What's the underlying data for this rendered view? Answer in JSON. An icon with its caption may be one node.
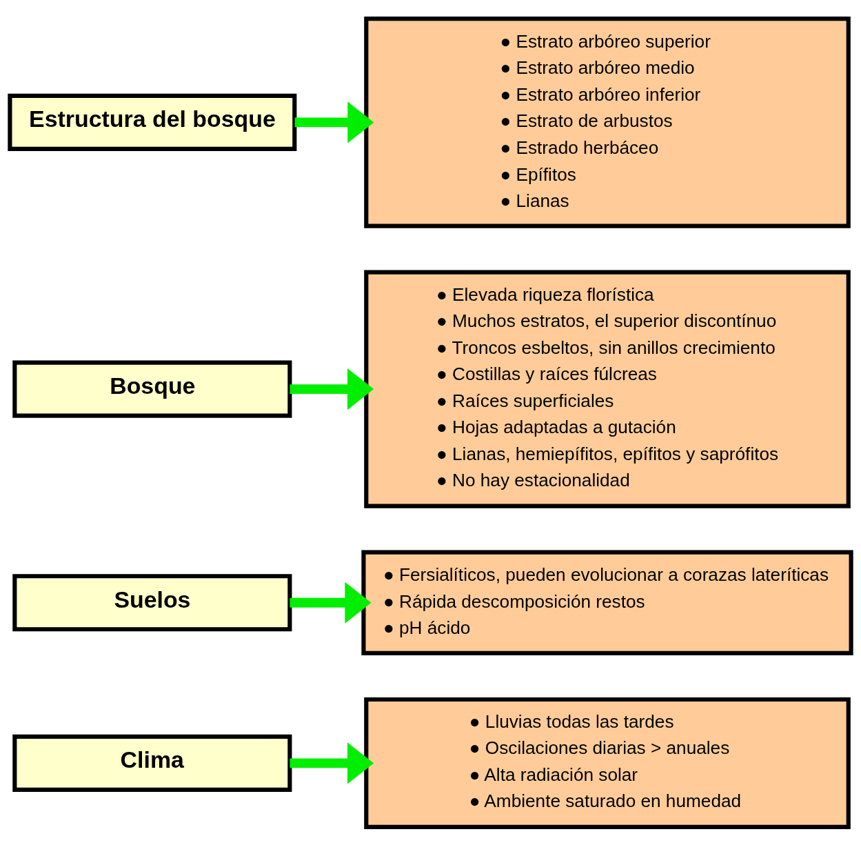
{
  "diagram": {
    "nodes": [
      {
        "text": [
          "Clima"
        ]
      },
      {
        "text": [
          "● Lluvias todas las tardes",
          "● Oscilaciones diarias > anuales",
          "● Alta radiación solar",
          "● Ambiente saturado en humedad"
        ]
      },
      {
        "text": [
          "Suelos"
        ]
      },
      {
        "text": [
          "● Fersialíticos, pueden evolucionar a corazas lateríticas",
          "● Rápida descomposición restos",
          "● pH ácido"
        ]
      },
      {
        "text": [
          "Bosque"
        ]
      },
      {
        "text": [
          "● Elevada riqueza florística",
          "● Muchos estratos, el superior discontínuo",
          "● Troncos esbeltos, sin anillos crecimiento",
          "● Costillas y raíces fúlcreas",
          "● Raíces superficiales",
          "● Hojas adaptadas a gutación",
          "● Lianas, hemiepífitos, epífitos y saprófitos",
          "● No hay estacionalidad"
        ]
      },
      {
        "text": [
          "Estructura del bosque"
        ]
      },
      {
        "text": [
          "● Estrato arbóreo superior",
          "● Estrato arbóreo medio",
          "● Estrato arbóreo inferior",
          "● Estrato de arbustos",
          "● Estrado herbáceo",
          "● Epífitos",
          "● Lianas"
        ]
      }
    ],
    "edges": [
      {
        "from": 0,
        "to": 1,
        "arrow": "to"
      },
      {
        "from": 2,
        "to": 3,
        "arrow": "to"
      },
      {
        "from": 4,
        "to": 5,
        "arrow": "to"
      },
      {
        "from": 6,
        "to": 7,
        "arrow": "to"
      }
    ]
  }
}
